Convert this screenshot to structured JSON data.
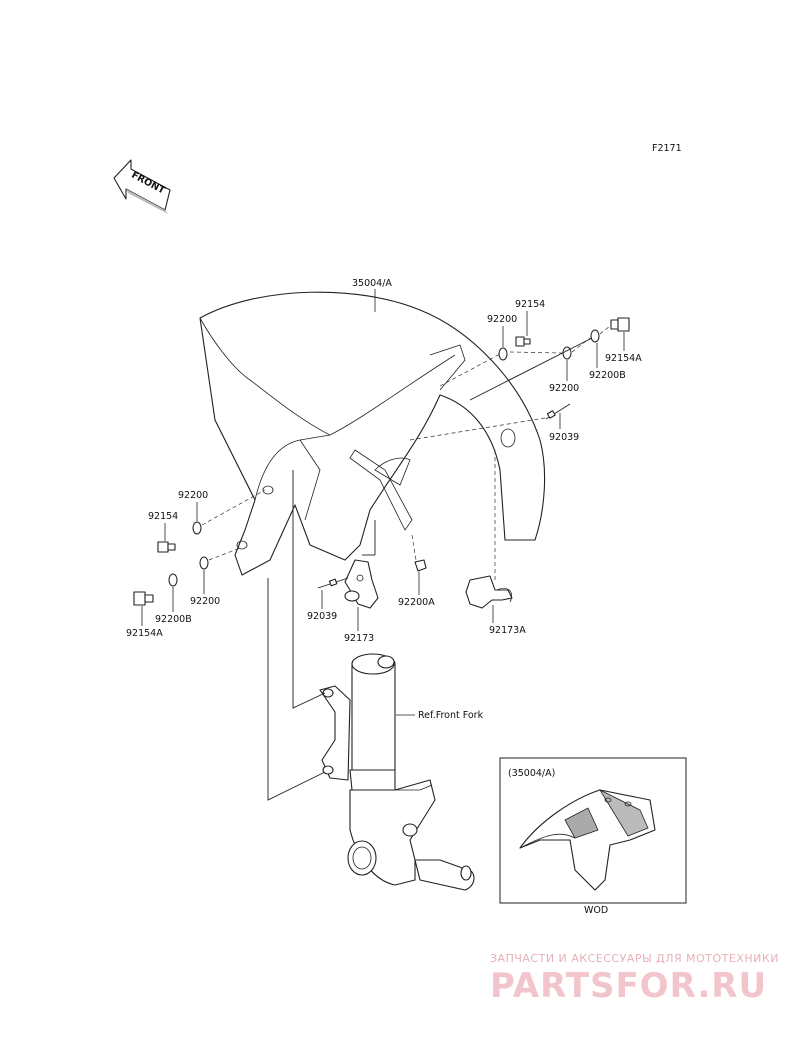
{
  "figure_code": "F2171",
  "front_arrow_label": "FRONT",
  "parts": {
    "fender": "35004/A",
    "bolt_top": "92154",
    "washer_top": "92200",
    "bolt_right": "92154A",
    "washer_b_right": "92200B",
    "washer_right": "92200",
    "clamp_right": "92039",
    "bolt_left": "92154",
    "washer_left_top": "92200",
    "bolt_left_a": "92154A",
    "washer_b_left": "92200B",
    "washer_left_bottom": "92200",
    "clamp_left": "92039",
    "bracket_left": "92173",
    "washer_a": "92200A",
    "bracket_right": "92173A",
    "front_fork_ref": "Ref.Front Fork"
  },
  "inset": {
    "label": "(35004/A)",
    "caption": "WOD"
  },
  "watermark": {
    "tagline": "ЗАПЧАСТИ И АКСЕССУАРЫ ДЛЯ МОТОТЕХНИКИ",
    "brand": "PARTSFOR.RU"
  }
}
